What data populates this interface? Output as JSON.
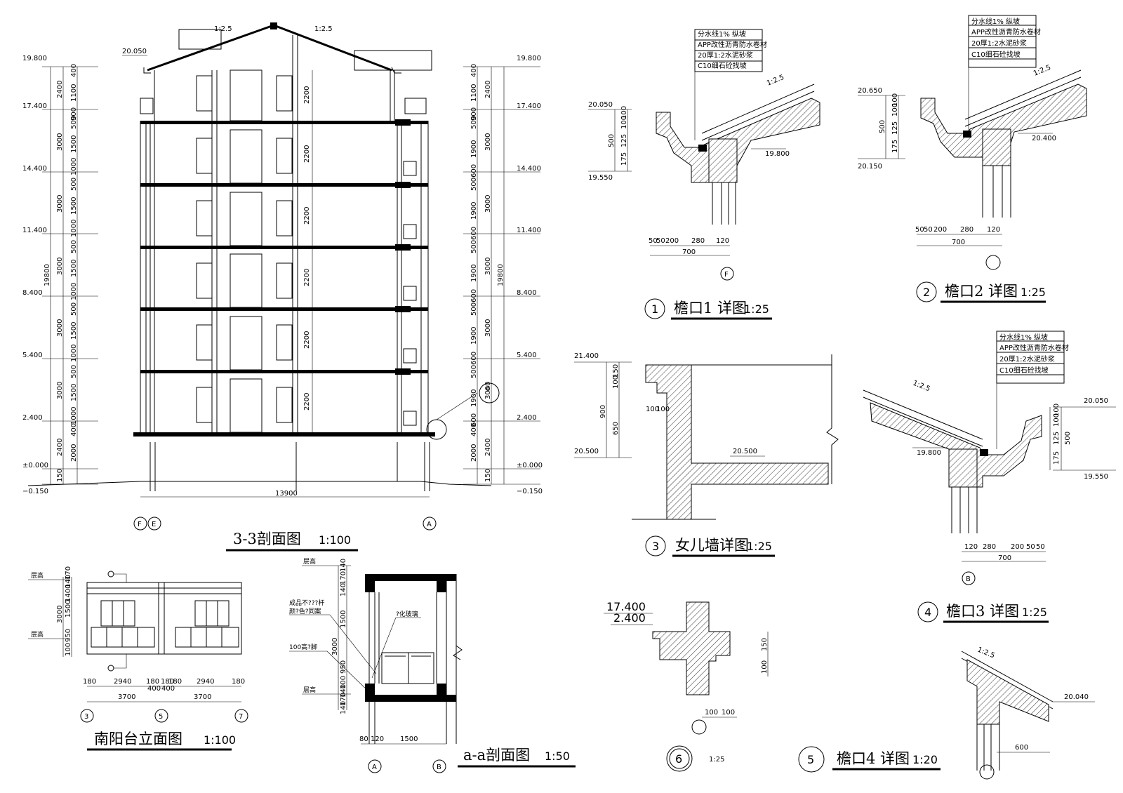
{
  "section_33": {
    "title": "3-3剖面图",
    "scale": "1:100",
    "total_width": "13900",
    "total_height": "19800",
    "roof_slope": "1:2.5",
    "ridge_level": "20.050",
    "room_height": "2200",
    "levels": [
      "19.800",
      "17.400",
      "14.400",
      "11.400",
      "8.400",
      "5.400",
      "2.400",
      "±0.000",
      "−0.150"
    ],
    "dims_left_outer": [
      "2400",
      "3000",
      "3000",
      "3000",
      "3000",
      "3000",
      "2400",
      "150"
    ],
    "dims_left_inner": [
      "400",
      "1100",
      "900",
      "500",
      "1500",
      "1000",
      "500",
      "1500",
      "1000",
      "500",
      "1500",
      "1000",
      "500",
      "1500",
      "1000",
      "500",
      "1500",
      "1000",
      "400",
      "2000"
    ],
    "dims_right_inner": [
      "400",
      "1100",
      "900",
      "500",
      "1900",
      "600",
      "500",
      "1900",
      "600",
      "500",
      "1900",
      "600",
      "500",
      "1900",
      "600",
      "500",
      "1900",
      "600",
      "400",
      "2000"
    ],
    "axes": [
      "F",
      "E",
      "A"
    ],
    "detail_ref": "6"
  },
  "south_balcony": {
    "title": "南阳台立面图",
    "scale": "1:100",
    "label_floor": "层高",
    "dims_top": [
      "180",
      "2940",
      "180",
      "400",
      "180",
      "400",
      "180",
      "2940",
      "180"
    ],
    "dims_span": [
      "3700",
      "3700"
    ],
    "vert_dims": [
      "3000",
      "1500",
      "1400",
      "140",
      "170",
      "950",
      "100"
    ],
    "axes": [
      "3",
      "5",
      "7"
    ]
  },
  "section_aa": {
    "title": "a-a剖面图",
    "scale": "1:50",
    "label_floor": "层高",
    "note_rail": "成品不???杆",
    "note_color": "颜?色?同案",
    "note_sill": "100高?脚",
    "note_glass": "?化玻璃",
    "vert_dims": [
      "140",
      "170",
      "140",
      "1500",
      "3000",
      "950",
      "100",
      "140",
      "170",
      "140"
    ],
    "bottom_dims": [
      "80",
      "120",
      "1500"
    ],
    "axes": [
      "A",
      "B"
    ]
  },
  "detail_1": {
    "num": "1",
    "title": "檐口1 详图",
    "scale": "1:25",
    "notes": [
      "分水线1%  纵坡",
      "APP改性沥青防水卷材",
      "20厚1:2水泥砂浆",
      "C10细石砼找坡"
    ],
    "slope": "1:2.5",
    "levels": [
      "20.050",
      "19.800",
      "19.550"
    ],
    "vert_dims": [
      "500",
      "175",
      "125",
      "100",
      "100"
    ],
    "dims_bottom": [
      "50",
      "50",
      "200",
      "280",
      "120"
    ],
    "total": "700",
    "axis": "F"
  },
  "detail_2": {
    "num": "2",
    "title": "檐口2 详图",
    "scale": "1:25",
    "notes": [
      "分水线1%  纵坡",
      "APP改性沥青防水卷材",
      "20厚1:2水泥砂浆",
      "C10细石砼找坡"
    ],
    "slope": "1:2.5",
    "levels": [
      "20.650",
      "20.400",
      "20.150"
    ],
    "vert_dims": [
      "500",
      "175",
      "125",
      "100",
      "100"
    ],
    "dims_bottom": [
      "50",
      "50",
      "200",
      "280",
      "120"
    ],
    "total": "700"
  },
  "detail_3": {
    "num": "3",
    "title": "女儿墙详图",
    "scale": "1:25",
    "levels": [
      "21.400",
      "20.500",
      "20.500"
    ],
    "vert_dims": [
      "900",
      "650",
      "100",
      "150",
      "100",
      "100"
    ]
  },
  "detail_4": {
    "num": "4",
    "title": "檐口3 详图",
    "scale": "1:25",
    "notes": [
      "分水线1%  纵坡",
      "APP改性沥青防水卷材",
      "20厚1:2水泥砂浆",
      "C10细石砼找坡"
    ],
    "slope": "1:2.5",
    "levels": [
      "20.050",
      "19.800",
      "19.550"
    ],
    "vert_dims": [
      "500",
      "175",
      "125",
      "100",
      "100"
    ],
    "dims_bottom": [
      "120",
      "280",
      "200",
      "50",
      "50"
    ],
    "total": "700",
    "axis": "B"
  },
  "detail_5": {
    "num": "5",
    "title": "檐口4 详图",
    "scale": "1:20",
    "slope": "1:2.5",
    "level": "20.040",
    "dim_bottom": "600"
  },
  "detail_6": {
    "num": "6",
    "scale": "1:25",
    "levels": [
      "17.400",
      "2.400"
    ],
    "vert_dims": [
      "150",
      "100"
    ],
    "dims_bottom": [
      "100",
      "100"
    ]
  }
}
